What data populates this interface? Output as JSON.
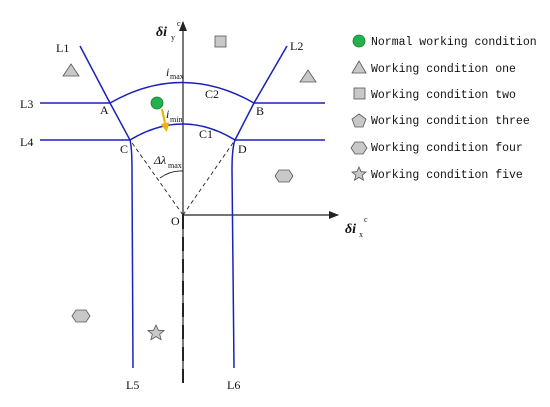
{
  "axes": {
    "y_label": "δi",
    "y_label_sub": "y",
    "y_label_sup": "c",
    "x_label": "δi",
    "x_label_sub": "x",
    "x_label_sup": "c",
    "origin_label": "O"
  },
  "boundary_labels": {
    "l1": "L1",
    "l2": "L2",
    "l3": "L3",
    "l4": "L4",
    "l5": "L5",
    "l6": "L6"
  },
  "region_labels": {
    "c1": "C1",
    "c2": "C2"
  },
  "point_labels": {
    "a": "A",
    "b": "B",
    "c": "C",
    "d": "D"
  },
  "annotations": {
    "i_max": "i",
    "i_max_sub": "max",
    "i_min": "i",
    "i_min_sub": "min",
    "delta_lambda": "Δλ",
    "delta_lambda_sub": "max"
  },
  "legend": [
    {
      "label": "Normal working condition",
      "marker": "circle",
      "color": "#22b14c"
    },
    {
      "label": "Working condition one",
      "marker": "triangle",
      "color": "#c8c8c8"
    },
    {
      "label": "Working condition two",
      "marker": "square",
      "color": "#c8c8c8"
    },
    {
      "label": "Working condition three",
      "marker": "pentagon",
      "color": "#c8c8c8"
    },
    {
      "label": "Working condition four",
      "marker": "hexagon",
      "color": "#c8c8c8"
    },
    {
      "label": "Working condition five",
      "marker": "star",
      "color": "#c8c8c8"
    }
  ],
  "colors": {
    "boundary": "#1a22b8",
    "arrow": "#f0b400",
    "normal": "#22b14c",
    "fault_marker": "#c8c8c8"
  }
}
